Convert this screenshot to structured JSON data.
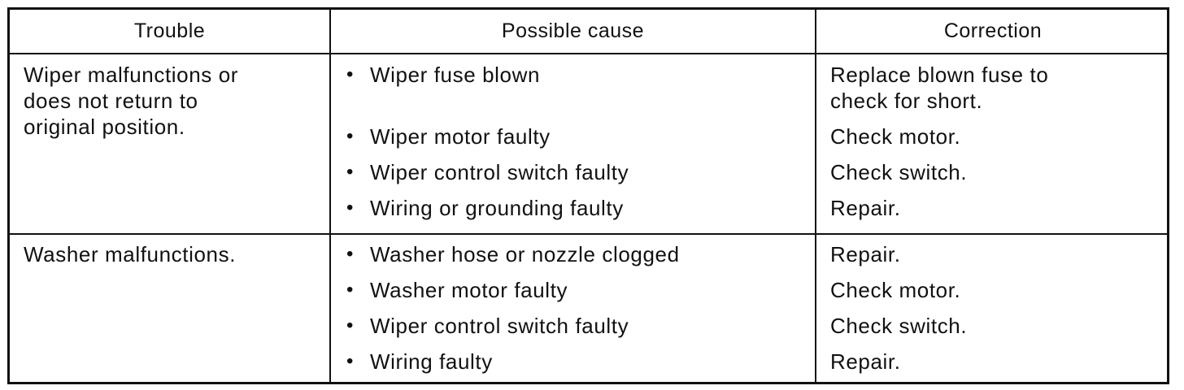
{
  "headers": {
    "trouble": "Trouble",
    "cause": "Possible cause",
    "correction": "Correction"
  },
  "rows": [
    {
      "trouble_lines": [
        "Wiper malfunctions or",
        "does not return to",
        "original position."
      ],
      "causes": [
        "Wiper fuse blown",
        "Wiper motor faulty",
        "Wiper control switch faulty",
        "Wiring or grounding faulty"
      ],
      "corrections": [
        [
          "Replace blown fuse to",
          "check for short."
        ],
        [
          "Check motor."
        ],
        [
          "Check switch."
        ],
        [
          "Repair."
        ]
      ]
    },
    {
      "trouble_lines": [
        "Washer malfunctions."
      ],
      "causes": [
        "Washer hose or nozzle clogged",
        "Washer motor faulty",
        "Wiper control switch faulty",
        "Wiring faulty"
      ],
      "corrections": [
        [
          "Repair."
        ],
        [
          "Check motor."
        ],
        [
          "Check switch."
        ],
        [
          "Repair."
        ]
      ]
    }
  ],
  "bullet_glyph": "•"
}
